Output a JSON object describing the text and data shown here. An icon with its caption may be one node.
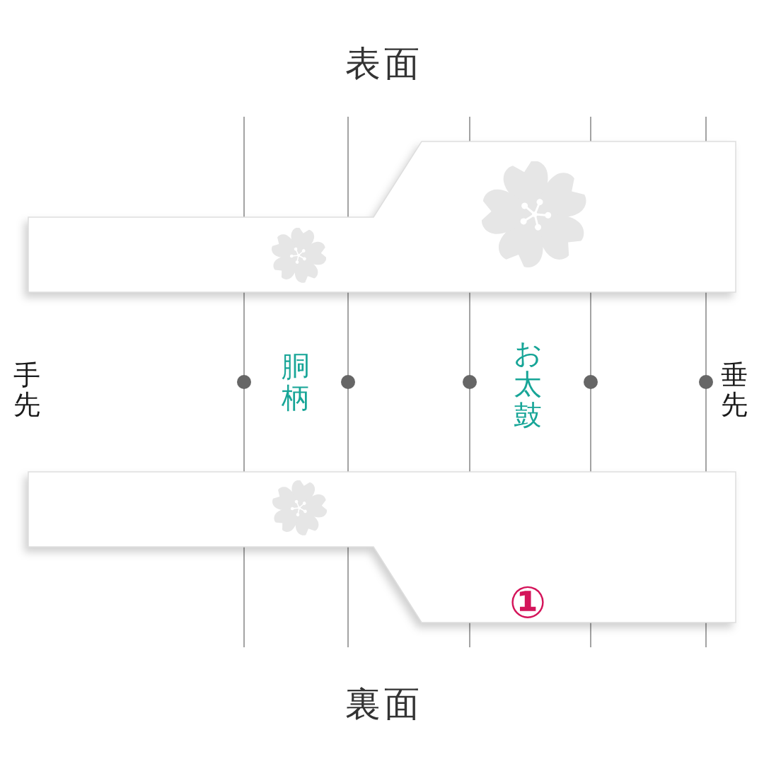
{
  "diagram": {
    "nodes": [
      {
        "text": [
          "表面"
        ]
      },
      {
        "text": [
          "裏面"
        ]
      }
    ],
    "labels": [
      "手先",
      "胴柄",
      "お太鼓",
      "垂先",
      "①"
    ]
  }
}
